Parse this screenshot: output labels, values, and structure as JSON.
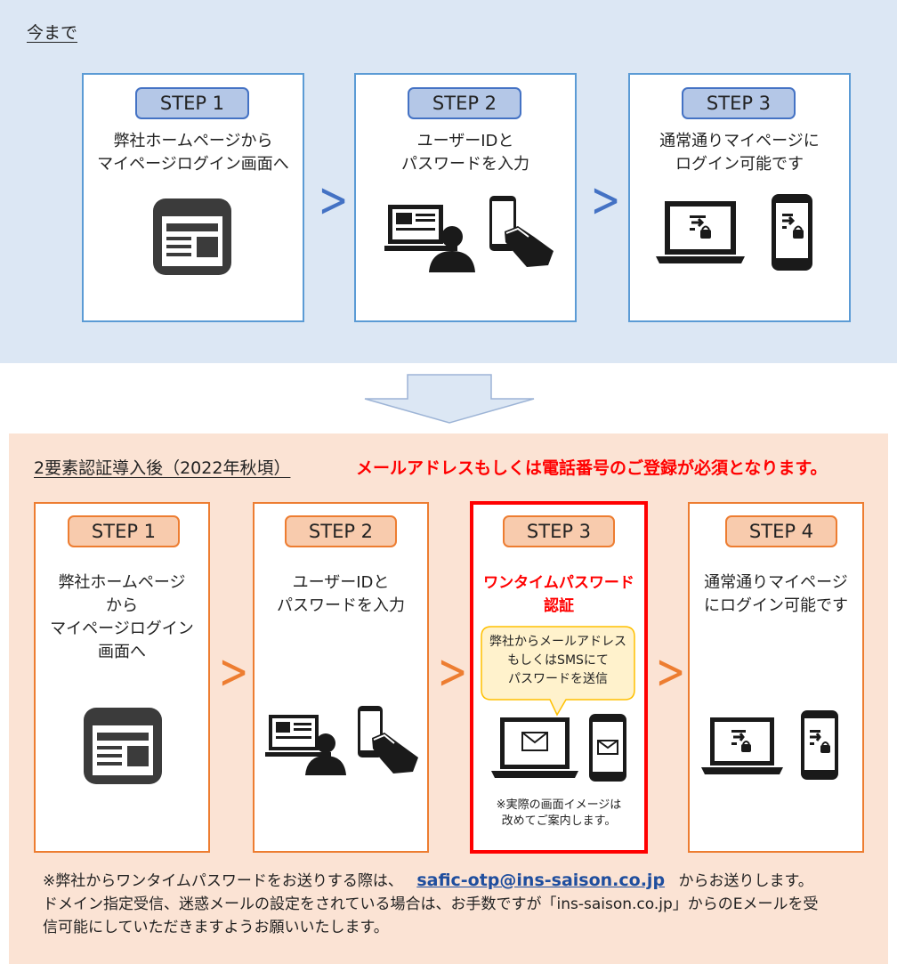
{
  "before": {
    "title": "今まで",
    "steps": [
      {
        "badge": "STEP 1",
        "lines": [
          "弊社ホームページから",
          "マイページログイン画面へ"
        ],
        "icon": "browser-window-icon"
      },
      {
        "badge": "STEP 2",
        "lines": [
          "ユーザーIDと",
          "パスワードを入力"
        ],
        "icon": "laptop-user-and-phone-hand-icon"
      },
      {
        "badge": "STEP 3",
        "lines": [
          "通常通りマイページに",
          "ログイン可能です"
        ],
        "icon": "laptop-login-and-phone-login-icon"
      }
    ]
  },
  "after": {
    "title": "2要素認証導入後（2022年秋頃）",
    "requirement": "メールアドレスもしくは電話番号のご登録が必須となります。",
    "steps": [
      {
        "badge": "STEP 1",
        "lines": [
          "弊社ホームページ",
          "から",
          "マイページログイン",
          "画面へ"
        ],
        "icon": "browser-window-icon"
      },
      {
        "badge": "STEP 2",
        "lines": [
          "ユーザーIDと",
          "パスワードを入力"
        ],
        "icon": "laptop-user-and-phone-hand-icon"
      },
      {
        "badge": "STEP 3",
        "lines": [
          "ワンタイムパスワード",
          "認証"
        ],
        "callout": [
          "弊社からメールアドレス",
          "もしくはSMSにて",
          "パスワードを送信"
        ],
        "note": [
          "※実際の画面イメージは",
          "改めてご案内します。"
        ],
        "icon": "laptop-mail-and-phone-mail-icon",
        "highlight_color": "#ff0000"
      },
      {
        "badge": "STEP 4",
        "lines": [
          "通常通りマイページ",
          "にログイン可能です"
        ],
        "icon": "laptop-login-and-phone-login-icon"
      }
    ]
  },
  "footer": {
    "line1_prefix": "※弊社からワンタイムパスワードをお送りする際は、",
    "email": "safic-otp@ins-saison.co.jp",
    "line1_suffix": "からお送りします。",
    "line2": "ドメイン指定受信、迷惑メールの設定をされている場合は、お手数ですが「ins-saison.co.jp」からのEメールを受",
    "line3": "信可能にしていただきますようお願いいたします。"
  },
  "colors": {
    "top_bg": "#dce7f4",
    "bottom_bg": "#fbe3d4",
    "blue_accent": "#4472c4",
    "orange_accent": "#ed7d31",
    "red_highlight": "#ff0000",
    "email_link": "#1f4e9e"
  }
}
